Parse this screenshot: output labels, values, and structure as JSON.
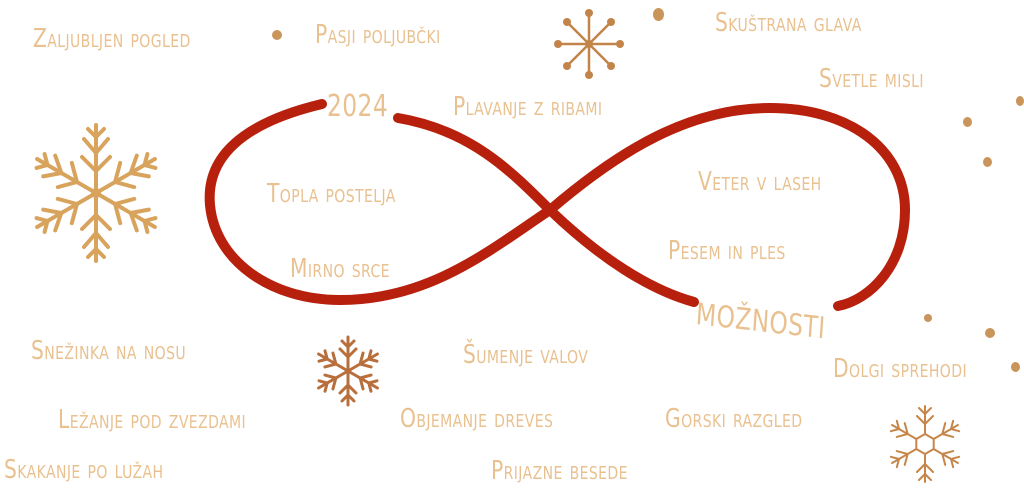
{
  "colors": {
    "text": "#e9c190",
    "infinity": "#b8200e",
    "snowflake_gold": "#d8a35c",
    "snowflake_copper": "#b86f3c",
    "dot": "#c9955a"
  },
  "labels": {
    "year": "2024",
    "possibilities": "MOŽNOSTI"
  },
  "phrases": [
    "Zaljubljen pogled",
    "Pasji poljubčki",
    "Skuštrana glava",
    "Svetle misli",
    "Plavanje z ribami",
    "Topla postelja",
    "Veter v laseh",
    "Pesem in ples",
    "Mirno srce",
    "Snežinka na nosu",
    "Šumenje valov",
    "Dolgi sprehodi",
    "Ležanje pod zvezdami",
    "Objemanje dreves",
    "Gorski razgled",
    "Skakanje po lužah",
    "Prijazne besede"
  ],
  "icons": [
    "snowflake-icon",
    "snowflake-icon",
    "snowflake-icon",
    "snowflake-icon"
  ]
}
